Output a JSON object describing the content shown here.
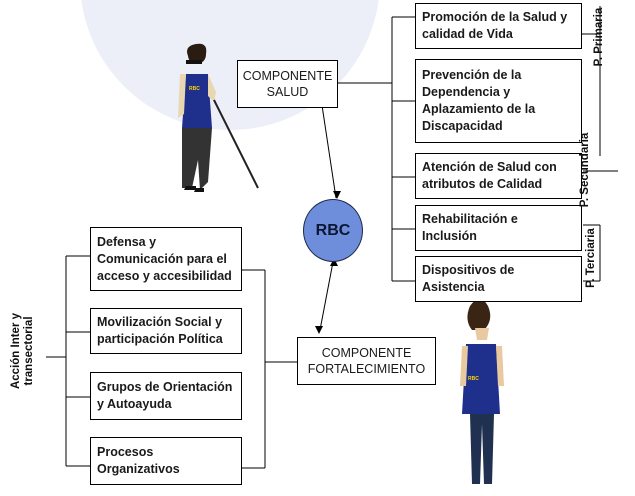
{
  "components": {
    "salud": "COMPONENTE SALUD",
    "fortalecimiento": "COMPONENTE FORTALECIMIENTO",
    "rbc": "RBC"
  },
  "salud_items": [
    "Promoción de la Salud y calidad de Vida",
    "Prevención de la Dependencia y Aplazamiento de la Discapacidad",
    "Atención de Salud con atributos de Calidad",
    "Rehabilitación e Inclusión",
    "Dispositivos de Asistencia"
  ],
  "fortalecimiento_items": [
    "Defensa y Comunicación para el acceso y accesibilidad",
    "Movilización Social y participación Política",
    "Grupos de Orientación y Autoayuda",
    "Procesos Organizativos"
  ],
  "prevention_levels": {
    "primaria": "P. Primaria",
    "secundaria": "P. Secundaria",
    "terciaria": "P. Terciaria"
  },
  "side_label": "Acción Inter y transectorial",
  "figures": {
    "vest_label": "RBC",
    "vest_color": "#1f2f8c",
    "bg_circle_color": "#eceef8"
  }
}
